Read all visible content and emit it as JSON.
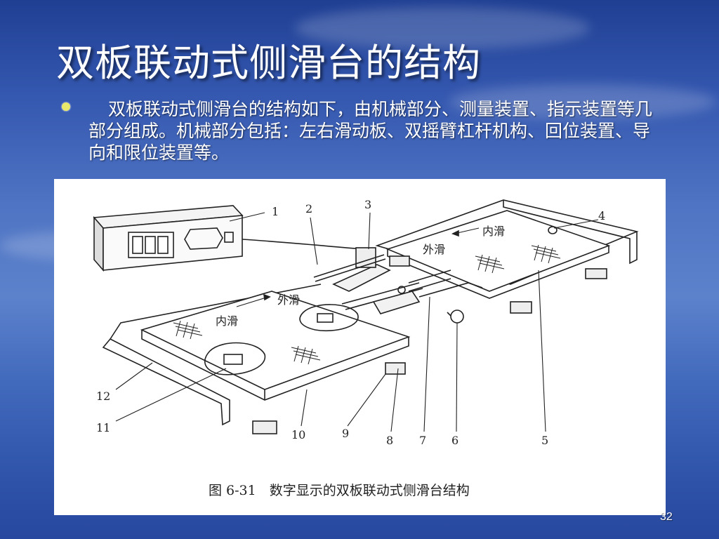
{
  "slide": {
    "title": "双板联动式侧滑台的结构",
    "bullet": "双板联动式侧滑台的结构如下，由机械部分、测量装置、指示装置等几部分组成。机械部分包括：左右滑动板、双摇臂杠杆机构、回位装置、导向和限位装置等。",
    "page_number": "32"
  },
  "figure": {
    "caption": "图 6-31　数字显示的双板联动式侧滑台结构",
    "labels": {
      "n1": "1",
      "n2": "2",
      "n3": "3",
      "n4": "4",
      "n5": "5",
      "n6": "6",
      "n7": "7",
      "n8": "8",
      "n9": "9",
      "n10": "10",
      "n11": "11",
      "n12": "12",
      "inner_right": "内滑",
      "outer_right": "外滑",
      "outer_left": "外滑",
      "inner_left": "内滑"
    }
  }
}
